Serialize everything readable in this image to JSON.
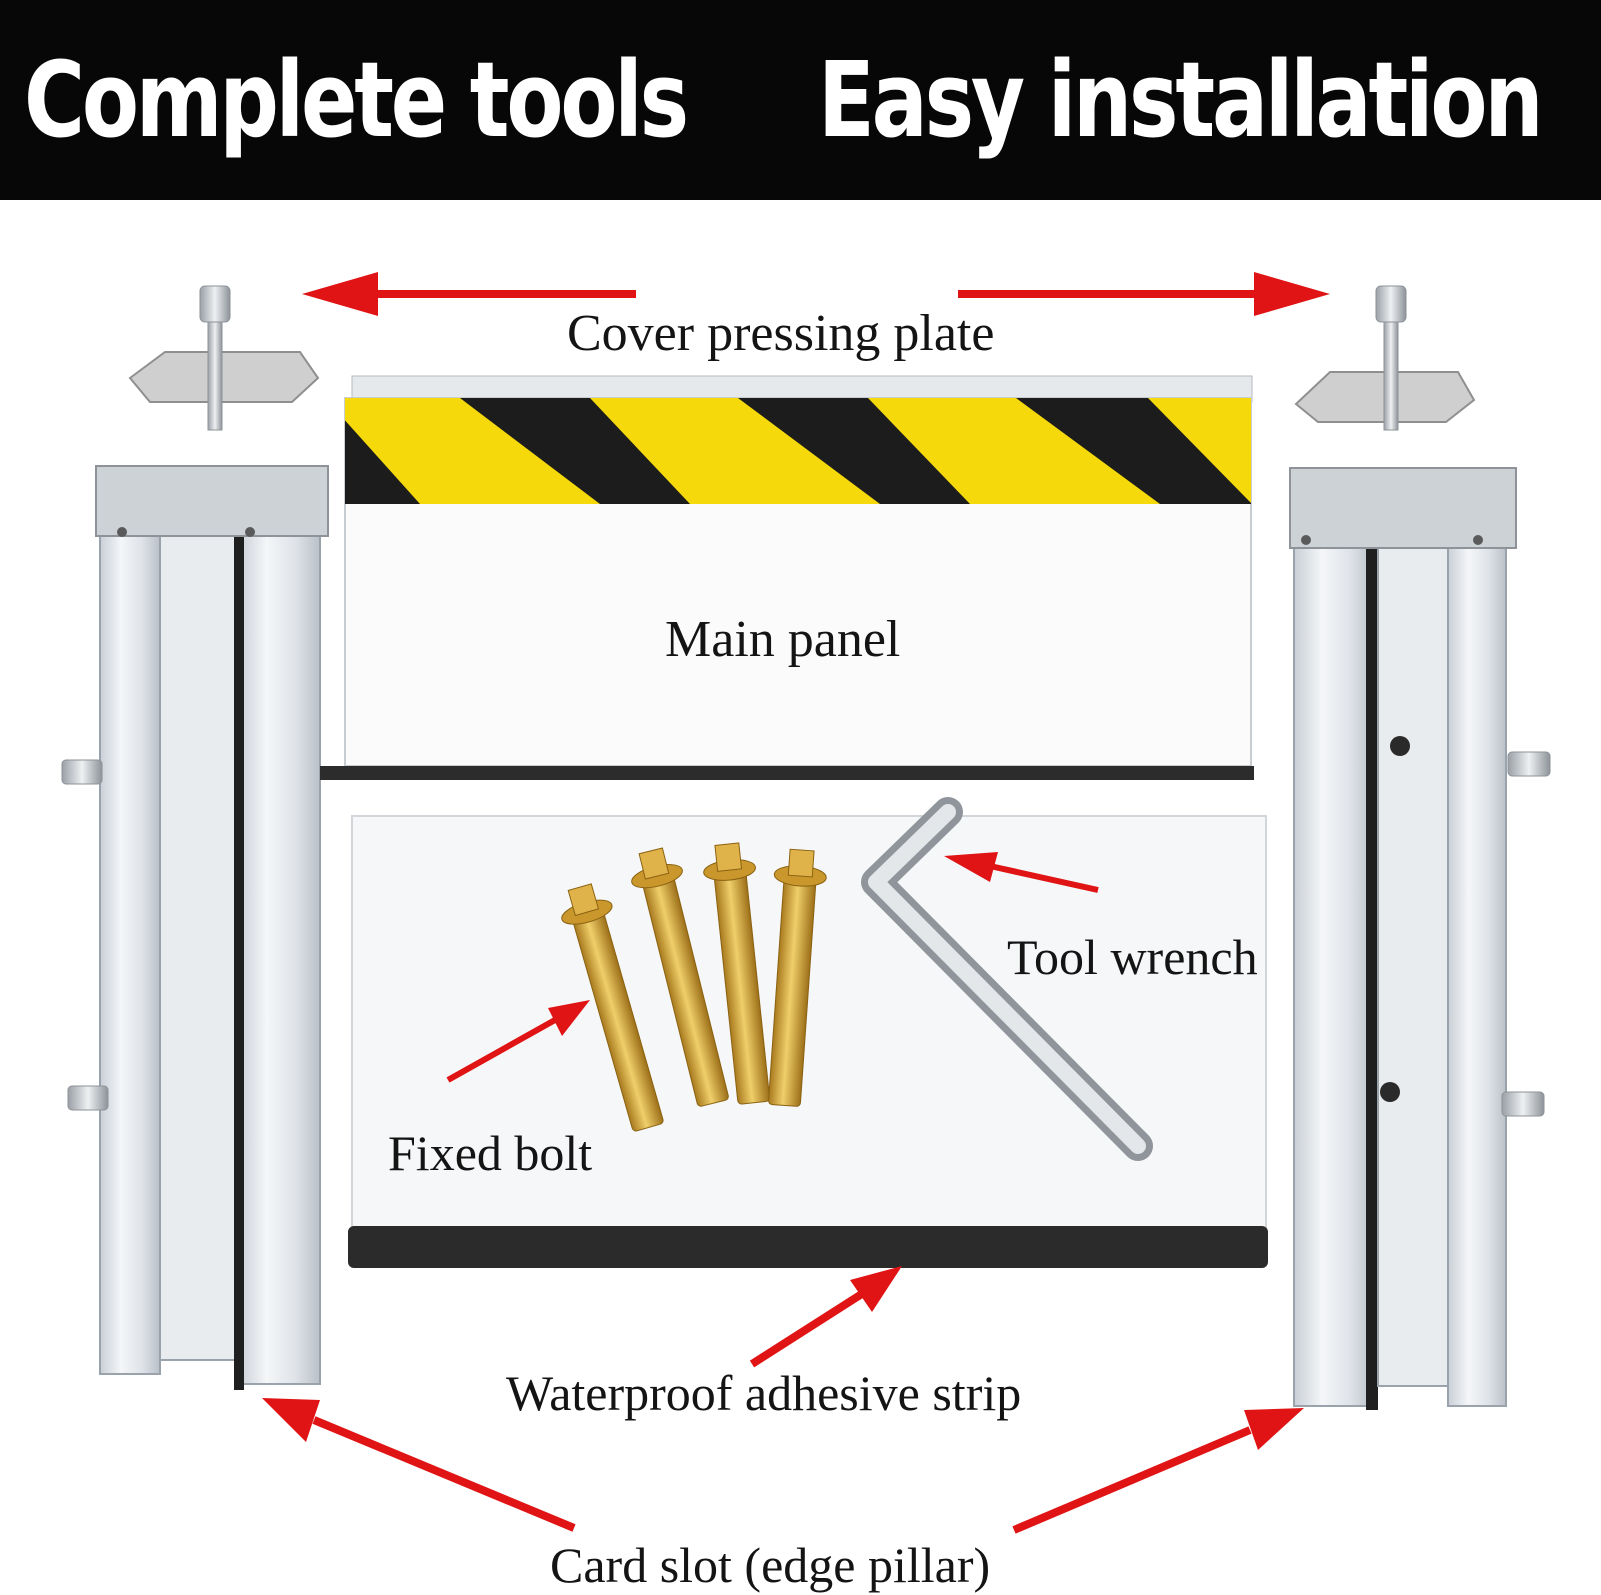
{
  "banner": {
    "left_text": "Complete tools",
    "right_text": "Easy installation",
    "background": "#070707",
    "text_color": "#ffffff"
  },
  "labels": {
    "cover_pressing_plate": "Cover pressing plate",
    "main_panel": "Main panel",
    "tool_wrench": "Tool wrench",
    "fixed_bolt": "Fixed bolt",
    "waterproof_strip": "Waterproof adhesive strip",
    "card_slot": "Card slot (edge pillar)"
  },
  "colors": {
    "arrow": "#e01414",
    "hazard_yellow": "#f5d90a",
    "hazard_black": "#1c1c1c",
    "aluminum": "#dfe3e8",
    "bolt_gold": "#d4a63a",
    "rubber": "#2b2b2b"
  }
}
